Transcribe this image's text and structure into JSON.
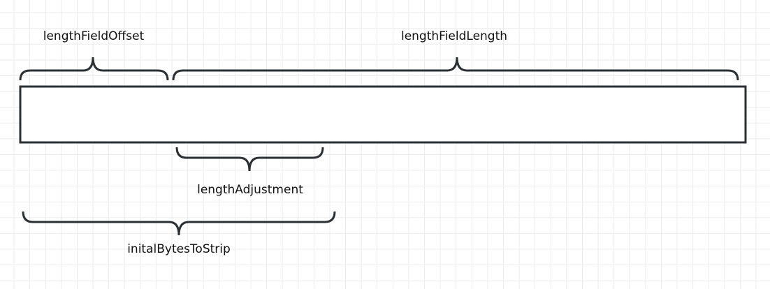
{
  "labels": {
    "length_field_offset": "lengthFieldOffset",
    "length_field_length": "lengthFieldLength",
    "length_adjustment": "lengthAdjustment",
    "initial_bytes_to_strip": "initalBytesToStrip"
  }
}
